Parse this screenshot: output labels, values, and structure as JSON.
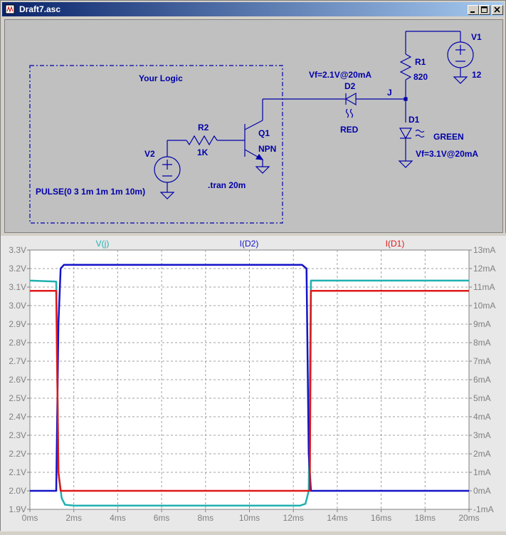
{
  "window": {
    "title": "Draft7.asc"
  },
  "schematic": {
    "box_label": "Your Logic",
    "r1_name": "R1",
    "r1_value": "820",
    "r2_name": "R2",
    "r2_value": "1K",
    "q1_name": "Q1",
    "q1_model": "NPN",
    "v1_name": "V1",
    "v1_value": "12",
    "v2_name": "V2",
    "v2_value": "PULSE(0 3 1m 1m 1m 10m)",
    "d1_name": "D1",
    "d1_color": "GREEN",
    "d1_vf": "Vf=3.1V@20mA",
    "d2_name": "D2",
    "d2_color": "RED",
    "d2_vf": "Vf=2.1V@20mA",
    "node_label": "J",
    "directive": ".tran 20m",
    "colors": {
      "wire": "#0000aa",
      "text": "#0000aa",
      "background": "#c0c0c0"
    }
  },
  "chart_data": {
    "type": "line",
    "trace_labels": [
      "V(j)",
      "I(D2)",
      "I(D1)"
    ],
    "left_axis": {
      "unit": "V",
      "min": 1.9,
      "max": 3.3,
      "ticks": [
        "3.3V",
        "3.2V",
        "3.1V",
        "3.0V",
        "2.9V",
        "2.8V",
        "2.7V",
        "2.6V",
        "2.5V",
        "2.4V",
        "2.3V",
        "2.2V",
        "2.1V",
        "2.0V",
        "1.9V"
      ]
    },
    "right_axis": {
      "unit": "mA",
      "min": -1,
      "max": 13,
      "ticks": [
        "13mA",
        "12mA",
        "11mA",
        "10mA",
        "9mA",
        "8mA",
        "7mA",
        "6mA",
        "5mA",
        "4mA",
        "3mA",
        "2mA",
        "1mA",
        "0mA",
        "-1mA"
      ]
    },
    "x_axis": {
      "unit": "ms",
      "min": 0,
      "max": 20,
      "ticks": [
        "0ms",
        "2ms",
        "4ms",
        "6ms",
        "8ms",
        "10ms",
        "12ms",
        "14ms",
        "16ms",
        "18ms",
        "20ms"
      ]
    },
    "grid": true,
    "series": [
      {
        "name": "V(j)",
        "axis": "left",
        "color": "#20b0b0",
        "x": [
          0,
          1.2,
          1.3,
          1.45,
          1.6,
          2.0,
          12.3,
          12.55,
          12.7,
          12.8,
          20
        ],
        "y": [
          3.135,
          3.13,
          2.1,
          1.96,
          1.925,
          1.92,
          1.92,
          1.93,
          2.0,
          3.135,
          3.135
        ]
      },
      {
        "name": "I(D2)",
        "axis": "right",
        "color": "#1414c8",
        "x": [
          0,
          1.2,
          1.3,
          1.4,
          1.55,
          2.0,
          12.4,
          12.6,
          12.7,
          12.8,
          20
        ],
        "y": [
          0,
          0,
          9.0,
          12.0,
          12.2,
          12.2,
          12.2,
          12.0,
          2.0,
          0,
          0
        ]
      },
      {
        "name": "I(D1)",
        "axis": "right",
        "color": "#e01818",
        "x": [
          0,
          1.15,
          1.2,
          1.3,
          1.4,
          12.6,
          12.75,
          12.8,
          20
        ],
        "y": [
          10.8,
          10.8,
          10.8,
          1.0,
          0,
          0,
          0,
          10.8,
          10.8
        ]
      }
    ]
  }
}
